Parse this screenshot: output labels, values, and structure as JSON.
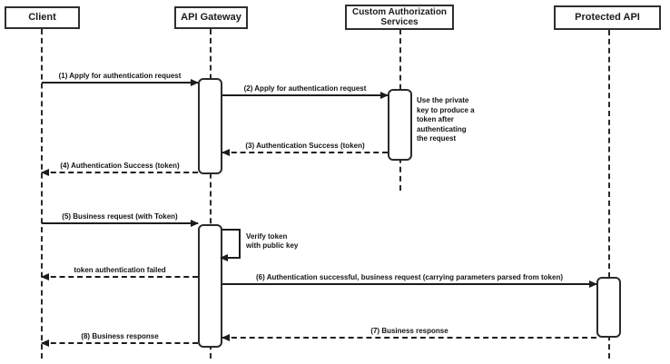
{
  "diagram_type": "sequence-diagram",
  "actors": [
    {
      "name": "Client"
    },
    {
      "name": "API Gateway"
    },
    {
      "name": "Custom Authorization Services"
    },
    {
      "name": "Protected API"
    }
  ],
  "messages": [
    {
      "label": "(1) Apply for authentication request",
      "from": "Client",
      "to": "API Gateway",
      "style": "solid"
    },
    {
      "label": "(2) Apply for authentication request",
      "from": "API Gateway",
      "to": "Custom Authorization Services",
      "style": "solid"
    },
    {
      "label": "(3) Authentication Success (token)",
      "from": "Custom Authorization Services",
      "to": "API Gateway",
      "style": "dashed"
    },
    {
      "label": "(4) Authentication Success (token)",
      "from": "API Gateway",
      "to": "Client",
      "style": "dashed"
    },
    {
      "label": "(5) Business request (with Token)",
      "from": "Client",
      "to": "API Gateway",
      "style": "solid"
    },
    {
      "label": "token authentication failed",
      "from": "API Gateway",
      "to": "Client",
      "style": "dashed"
    },
    {
      "label": "(6) Authentication successful, business request (carrying parameters parsed from token)",
      "from": "API Gateway",
      "to": "Protected API",
      "style": "solid"
    },
    {
      "label": "(7) Business response",
      "from": "Protected API",
      "to": "API Gateway",
      "style": "dashed"
    },
    {
      "label": "(8) Business response",
      "from": "API Gateway",
      "to": "Client",
      "style": "dashed"
    }
  ],
  "self_message": {
    "actor": "API Gateway",
    "lines": [
      "Verify token",
      "with public key"
    ]
  },
  "note": {
    "attached_to": "Custom Authorization Services",
    "lines": [
      "Use the private",
      "key to produce a",
      "token after",
      "authenticating",
      "the request"
    ]
  },
  "colors": {
    "background": "#ffffff",
    "line": "#1c1c1c",
    "box_border": "#2f2f2f",
    "box_fill": "#ffffff"
  }
}
